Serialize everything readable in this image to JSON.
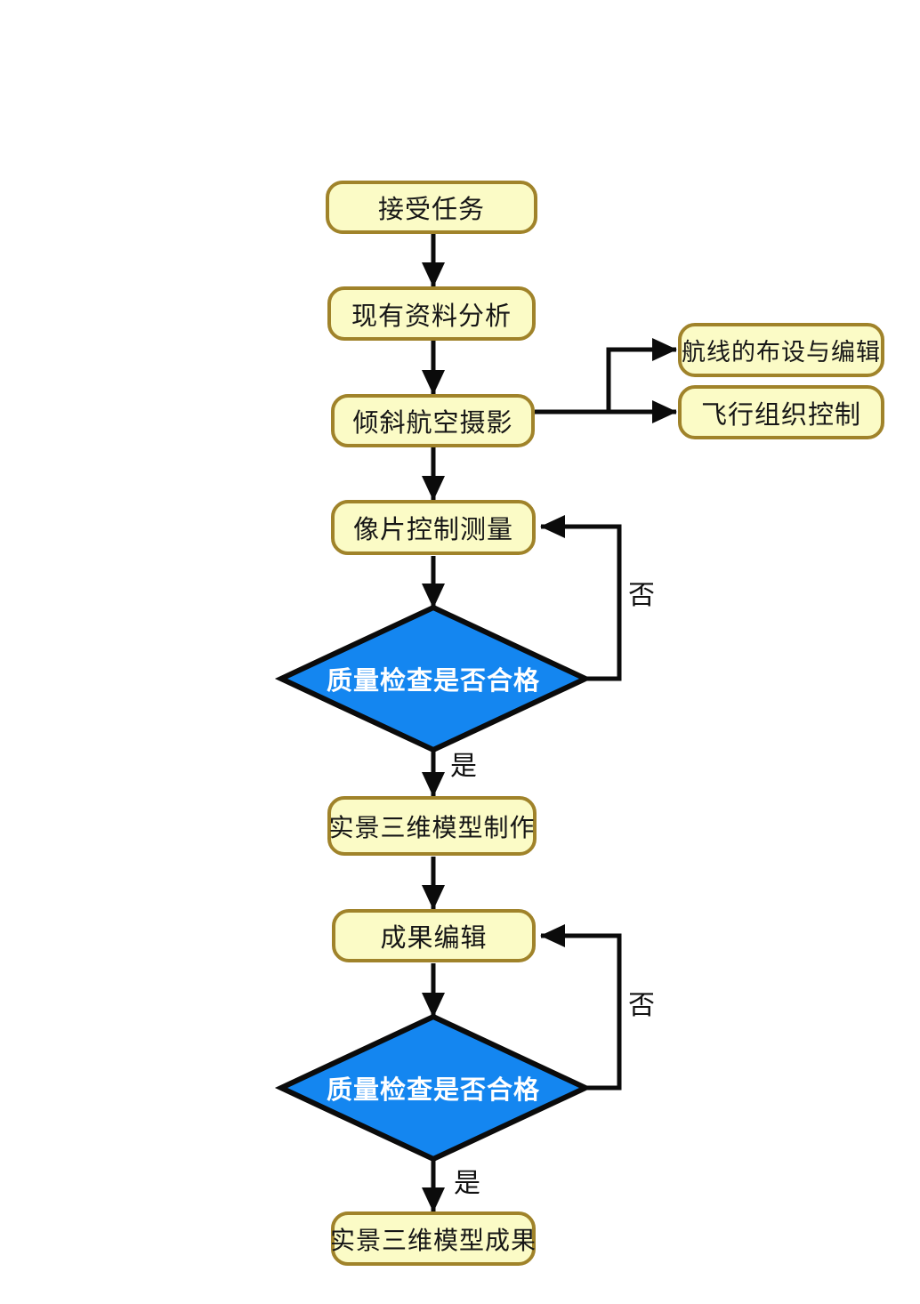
{
  "flowchart": {
    "nodes": [
      {
        "id": "accept-task",
        "type": "process",
        "label": "接受任务"
      },
      {
        "id": "existing-data-analysis",
        "type": "process",
        "label": "现有资料分析"
      },
      {
        "id": "oblique-aerial-photography",
        "type": "process",
        "label": "倾斜航空摄影"
      },
      {
        "id": "route-layout-and-editing",
        "type": "process",
        "label": "航线的布设与编辑"
      },
      {
        "id": "flight-organization-control",
        "type": "process",
        "label": "飞行组织控制"
      },
      {
        "id": "photo-control-survey",
        "type": "process",
        "label": "像片控制测量"
      },
      {
        "id": "quality-check-1",
        "type": "decision",
        "label": "质量检查是否合格"
      },
      {
        "id": "real-scene-3d-model-production",
        "type": "process",
        "label": "实景三维模型制作"
      },
      {
        "id": "result-editing",
        "type": "process",
        "label": "成果编辑"
      },
      {
        "id": "quality-check-2",
        "type": "decision",
        "label": "质量检查是否合格"
      },
      {
        "id": "real-scene-3d-model-result",
        "type": "process",
        "label": "实景三维模型成果"
      }
    ],
    "edge_labels": {
      "yes": "是",
      "no": "否"
    },
    "colors": {
      "process_fill": "#FBFBC6",
      "process_border": "#A0832A",
      "decision_fill": "#1486F0",
      "decision_text": "#FFFFFF",
      "connector": "#0B0B0B",
      "background": "#FFFFFF"
    }
  }
}
